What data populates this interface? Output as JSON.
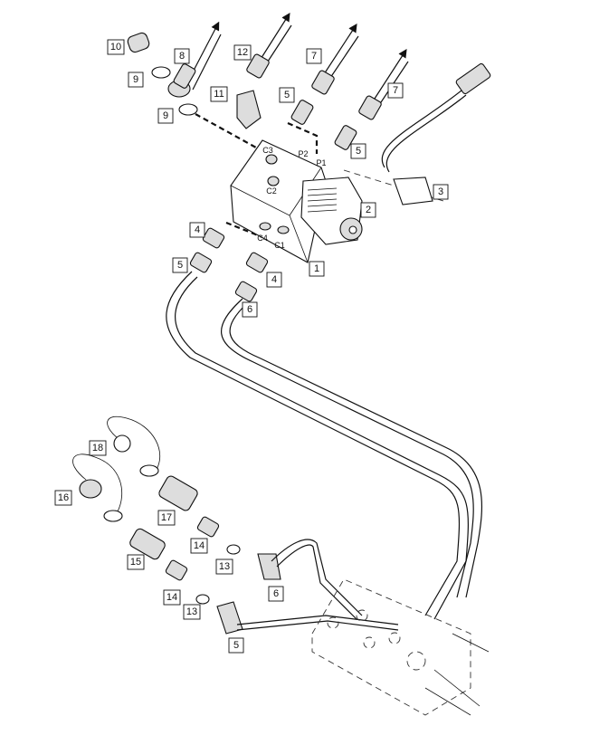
{
  "diagram": {
    "callouts": [
      "10",
      "9",
      "8",
      "12",
      "7",
      "5",
      "11",
      "9",
      "7",
      "5",
      "2",
      "3",
      "4",
      "5",
      "1",
      "4",
      "6",
      "18",
      "16",
      "17",
      "14",
      "13",
      "15",
      "6",
      "14",
      "13",
      "5"
    ],
    "ports": [
      "C3",
      "P2",
      "P1",
      "C2",
      "C4",
      "C1"
    ]
  }
}
